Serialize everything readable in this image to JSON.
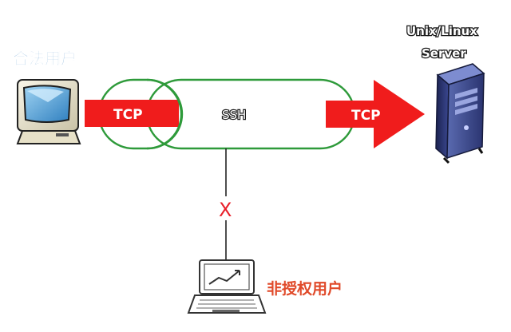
{
  "legit_user": {
    "label": "合法用户",
    "icon": "desktop-monitor-icon"
  },
  "server": {
    "line1": "Unix/Linux",
    "line2": "Server",
    "icon": "server-tower-icon"
  },
  "tunnel": {
    "label": "SSH"
  },
  "tcp_left": {
    "label": "TCP"
  },
  "tcp_right": {
    "label": "TCP"
  },
  "blocked": {
    "mark": "X"
  },
  "unauthorized_user": {
    "label": "非授权用户",
    "icon": "laptop-icon"
  },
  "colors": {
    "tcp_red": "#f01c1c",
    "tunnel_green": "#2e9a3a",
    "legit_blue": "#4f8fc9",
    "unauth_red": "#e04a2a",
    "cross_red": "#e8202a"
  }
}
